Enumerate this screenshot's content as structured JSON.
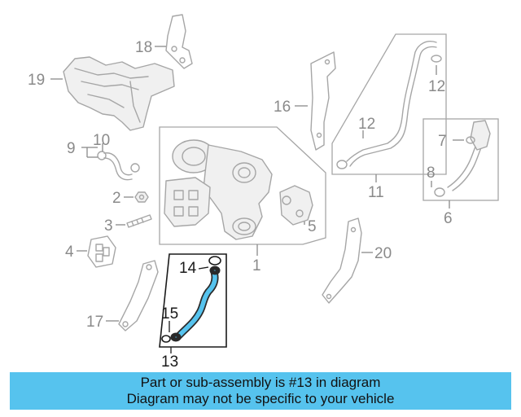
{
  "callouts": {
    "c1": "1",
    "c2": "2",
    "c3": "3",
    "c4": "4",
    "c5": "5",
    "c6": "6",
    "c7": "7",
    "c8": "8",
    "c9": "9",
    "c10": "10",
    "c11": "11",
    "c12a": "12",
    "c12b": "12",
    "c13": "13",
    "c14": "14",
    "c15": "15",
    "c16": "16",
    "c17": "17",
    "c18": "18",
    "c19": "19",
    "c20": "20"
  },
  "highlighted_part": "13",
  "colors": {
    "highlight": "#56c3ee",
    "banner": "#56c3ee",
    "linework": "#a6a6a6"
  },
  "banner": {
    "line1": "Part or sub-assembly is #13 in diagram",
    "line2": "Diagram may not be specific to your vehicle"
  }
}
